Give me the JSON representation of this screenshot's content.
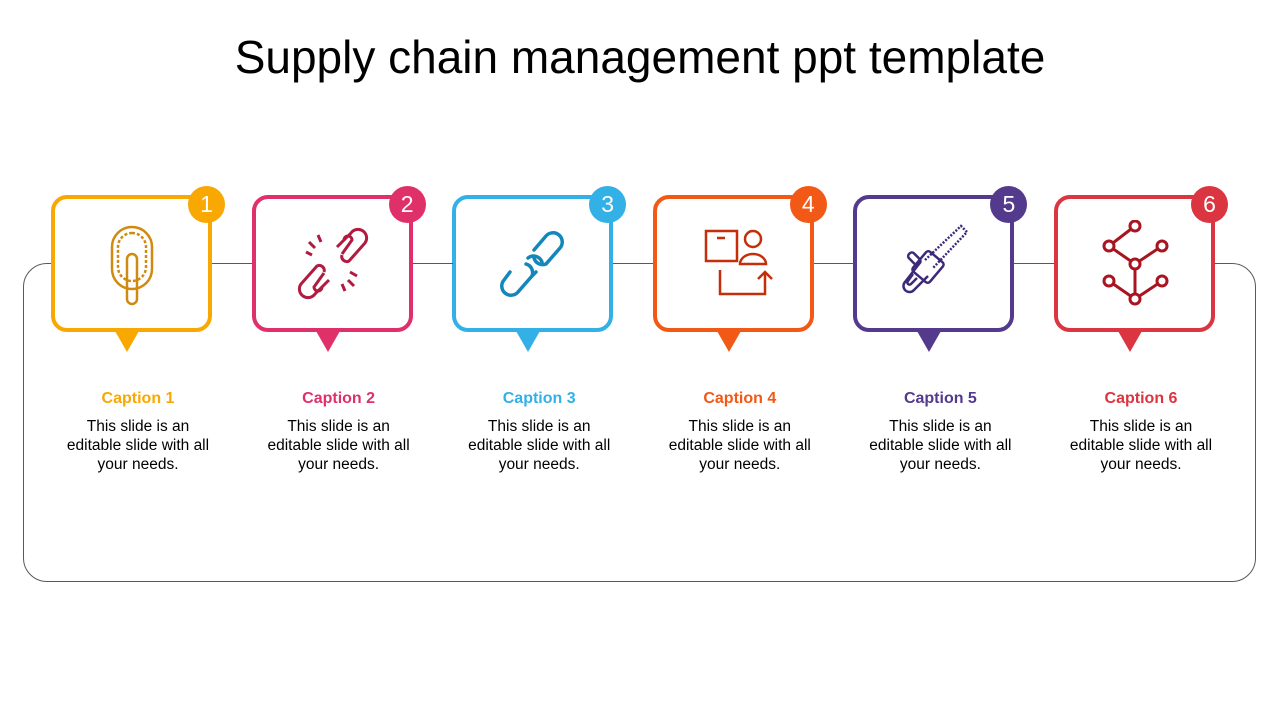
{
  "title": "Supply chain management ppt template",
  "steps": [
    {
      "number": "1",
      "caption": "Caption 1",
      "text": "This slide is an editable slide with all your needs.",
      "color": "#F8A800",
      "icon": "paperclip-icon"
    },
    {
      "number": "2",
      "caption": "Caption 2",
      "text": "This slide is an editable slide with all your needs.",
      "color": "#E0306A",
      "icon": "broken-link-icon"
    },
    {
      "number": "3",
      "caption": "Caption 3",
      "text": "This slide is an editable slide with all your needs.",
      "color": "#33B0E6",
      "icon": "chain-link-icon"
    },
    {
      "number": "4",
      "caption": "Caption 4",
      "text": "This slide is an editable slide with all your needs.",
      "color": "#F25816",
      "icon": "package-delivery-icon"
    },
    {
      "number": "5",
      "caption": "Caption 5",
      "text": "This slide is an editable slide with all your needs.",
      "color": "#533A8C",
      "icon": "chainsaw-icon"
    },
    {
      "number": "6",
      "caption": "Caption 6",
      "text": "This slide is an editable slide with all your needs.",
      "color": "#DA3540",
      "icon": "network-tree-icon"
    }
  ]
}
